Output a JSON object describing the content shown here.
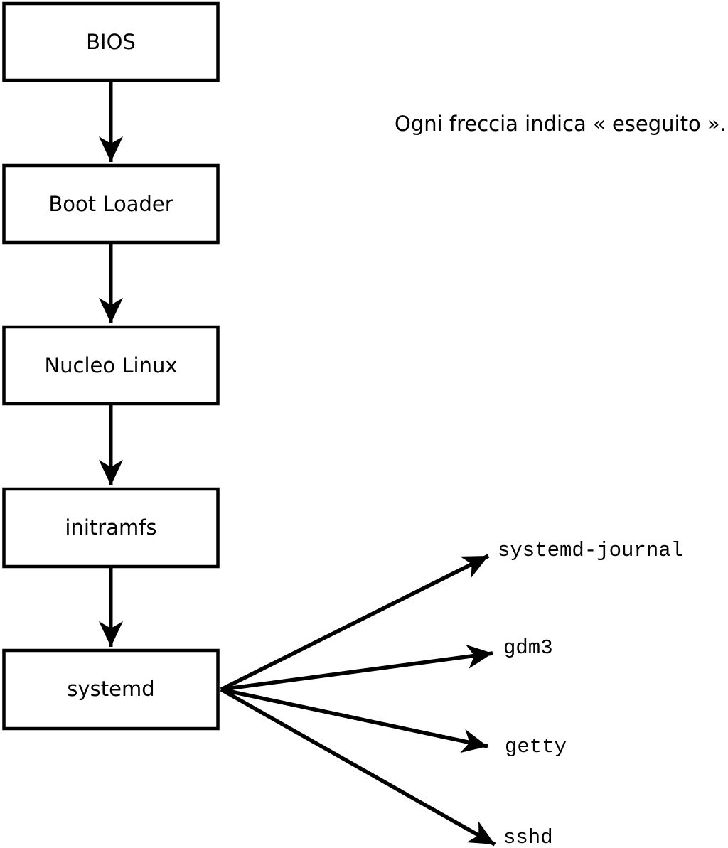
{
  "diagram": {
    "caption": "Ogni freccia indica « eseguito ».",
    "chain": [
      {
        "label": "BIOS"
      },
      {
        "label": "Boot Loader"
      },
      {
        "label": "Nucleo Linux"
      },
      {
        "label": "initramfs"
      },
      {
        "label": "systemd"
      }
    ],
    "services": [
      {
        "label": "systemd-journal"
      },
      {
        "label": "gdm3"
      },
      {
        "label": "getty"
      },
      {
        "label": "sshd"
      }
    ],
    "edges": [
      {
        "from": "BIOS",
        "to": "Boot Loader"
      },
      {
        "from": "Boot Loader",
        "to": "Nucleo Linux"
      },
      {
        "from": "Nucleo Linux",
        "to": "initramfs"
      },
      {
        "from": "initramfs",
        "to": "systemd"
      },
      {
        "from": "systemd",
        "to": "systemd-journal"
      },
      {
        "from": "systemd",
        "to": "gdm3"
      },
      {
        "from": "systemd",
        "to": "getty"
      },
      {
        "from": "systemd",
        "to": "sshd"
      }
    ],
    "colors": {
      "stroke": "#000000",
      "text": "#000000",
      "box_fill": "#ffffff",
      "background": "#ffffff"
    }
  }
}
